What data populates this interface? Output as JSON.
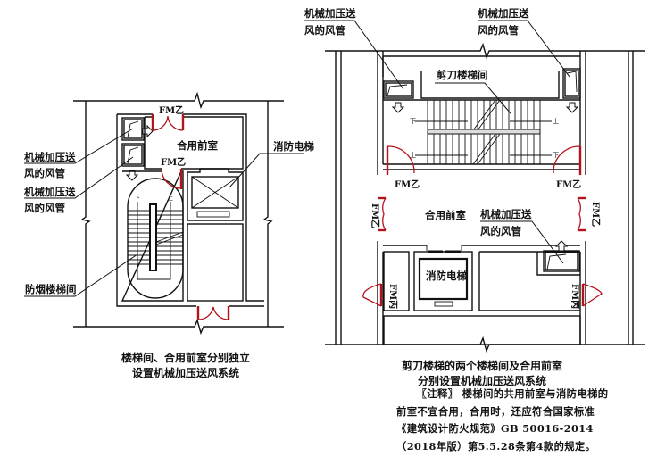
{
  "colors": {
    "wall": "#111111",
    "fire_door": "#b3141b",
    "background": "#ffffff"
  },
  "left_diagram": {
    "caption": [
      "楼梯间、合用前室分别独立",
      "设置机械加压送风系统"
    ],
    "labels": {
      "duct_1": [
        "机械加压送",
        "风的风管"
      ],
      "duct_2": [
        "机械加压送",
        "风的风管"
      ],
      "smoke_stair": "防烟楼梯间",
      "shared_anteroom": "合用前室",
      "fire_elevator": "消防电梯",
      "door_top": "FM乙",
      "door_mid": "FM乙",
      "stair_down": "下",
      "stair_up": "上"
    }
  },
  "right_diagram": {
    "caption": [
      "剪刀楼梯的两个楼梯间及合用前室",
      "分别设置机械加压送风系统"
    ],
    "labels": {
      "duct_top_left": [
        "机械加压送",
        "风的风管"
      ],
      "duct_top_right": [
        "机械加压送",
        "风的风管"
      ],
      "duct_anteroom": [
        "机械加压送",
        "风的风管"
      ],
      "scissor_stair": "剪刀楼梯间",
      "shared_anteroom": "合用前室",
      "fire_elevator": "消防电梯",
      "door_stair_left": "FM乙",
      "door_stair_right": "FM乙",
      "door_side_left": "FM乙",
      "door_side_right": "FM乙",
      "door_room_left": "FM丙",
      "door_room_right": "FM丙",
      "flight1_left": "下",
      "flight1_right": "上",
      "flight2_left": "上",
      "flight2_right": "下"
    }
  },
  "note": {
    "paragraphs": [
      "〖注释〗 楼梯间的共用前室与消防电梯的前室不宜合用，合用时，还应符合国家标准《建筑设计防火规范》GB 50016-2014（2018年版）第5.5.28条第4款的规定。"
    ]
  }
}
